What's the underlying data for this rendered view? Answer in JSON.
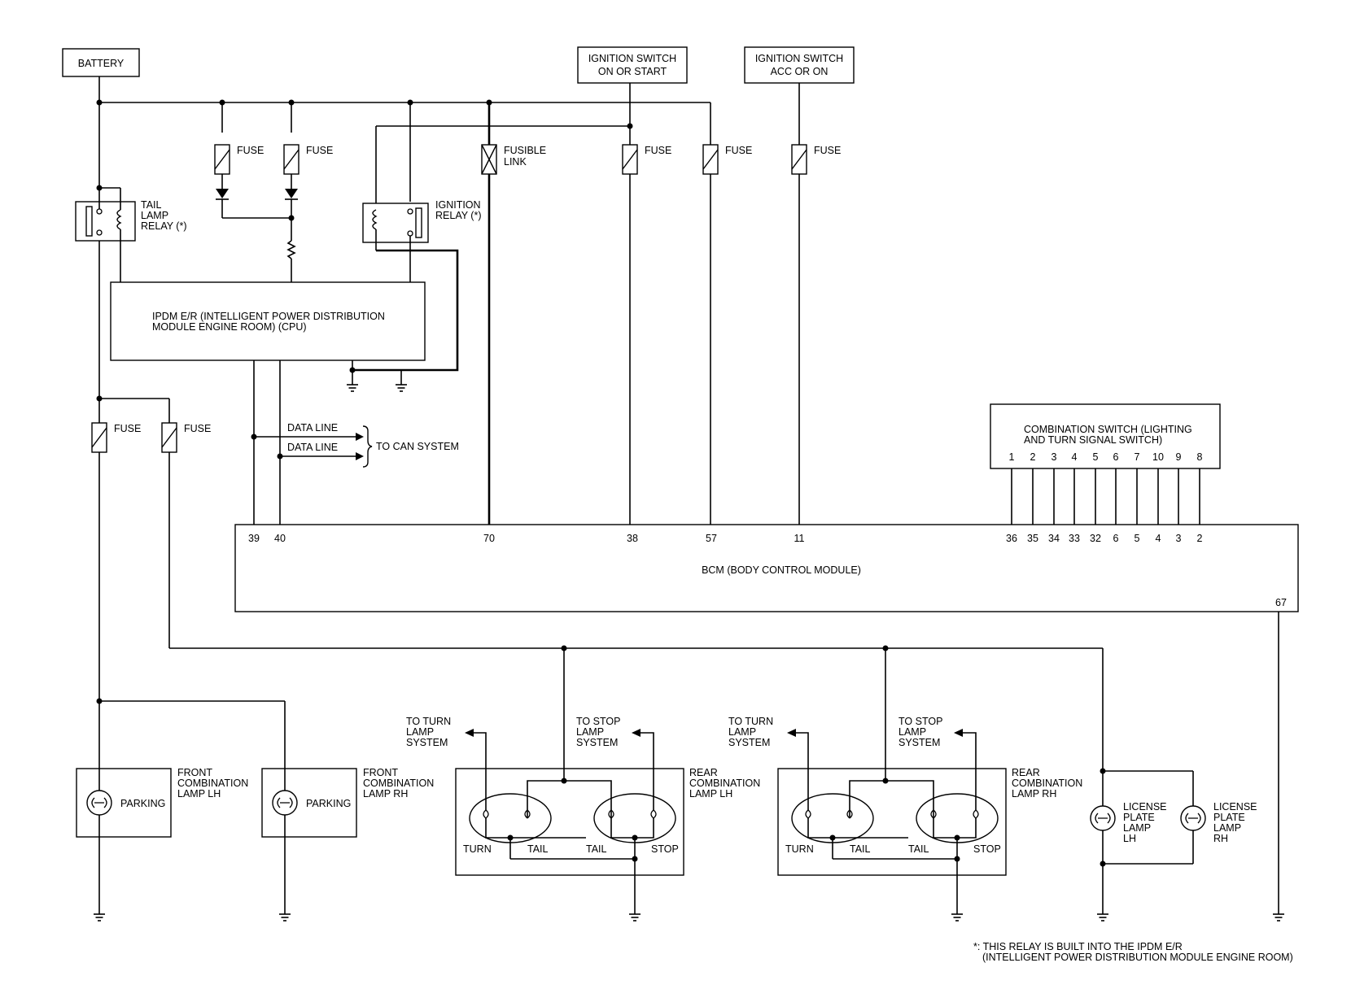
{
  "labels": {
    "battery": "BATTERY",
    "ign_on_start_1": "IGNITION SWITCH",
    "ign_on_start_2": "ON OR START",
    "ign_acc_on_1": "IGNITION SWITCH",
    "ign_acc_on_2": "ACC OR ON",
    "fuse": "FUSE",
    "fusible_link_1": "FUSIBLE",
    "fusible_link_2": "LINK",
    "tail_relay_1": "TAIL",
    "tail_relay_2": "LAMP",
    "tail_relay_3": "RELAY (*)",
    "ign_relay_1": "IGNITION",
    "ign_relay_2": "RELAY (*)",
    "ipdm_1": "IPDM E/R (INTELLIGENT POWER DISTRIBUTION",
    "ipdm_2": "MODULE ENGINE ROOM) (CPU)",
    "data_line": "DATA LINE",
    "to_can": "TO CAN SYSTEM",
    "comb_switch_1": "COMBINATION SWITCH (LIGHTING",
    "comb_switch_2": "AND TURN SIGNAL SWITCH)",
    "bcm": "BCM (BODY CONTROL MODULE)",
    "to_turn_1": "TO TURN",
    "to_turn_2": "LAMP",
    "to_turn_3": "SYSTEM",
    "to_stop_1": "TO STOP",
    "to_stop_2": "LAMP",
    "to_stop_3": "SYSTEM",
    "front_lh_1": "FRONT",
    "front_lh_2": "COMBINATION",
    "front_lh_3": "LAMP LH",
    "front_rh_1": "FRONT",
    "front_rh_2": "COMBINATION",
    "front_rh_3": "LAMP RH",
    "rear_lh_1": "REAR",
    "rear_lh_2": "COMBINATION",
    "rear_lh_3": "LAMP LH",
    "rear_rh_1": "REAR",
    "rear_rh_2": "COMBINATION",
    "rear_rh_3": "LAMP RH",
    "parking": "PARKING",
    "turn": "TURN",
    "tail": "TAIL",
    "stop": "STOP",
    "license_1": "LICENSE",
    "license_2": "PLATE",
    "license_3": "LAMP",
    "license_lh": "LH",
    "license_rh": "RH",
    "footnote_1": "*: THIS RELAY IS BUILT INTO THE IPDM E/R",
    "footnote_2": "(INTELLIGENT POWER DISTRIBUTION MODULE ENGINE ROOM)"
  },
  "bcm_pins": {
    "p39": "39",
    "p40": "40",
    "p70": "70",
    "p38": "38",
    "p57": "57",
    "p11": "11",
    "p36": "36",
    "p35": "35",
    "p34": "34",
    "p33": "33",
    "p32": "32",
    "p6": "6",
    "p5": "5",
    "p4": "4",
    "p3": "3",
    "p2": "2",
    "p67": "67"
  },
  "switch_pins": {
    "s1": "1",
    "s2": "2",
    "s3": "3",
    "s4": "4",
    "s5": "5",
    "s6": "6",
    "s7": "7",
    "s10": "10",
    "s9": "9",
    "s8": "8"
  }
}
